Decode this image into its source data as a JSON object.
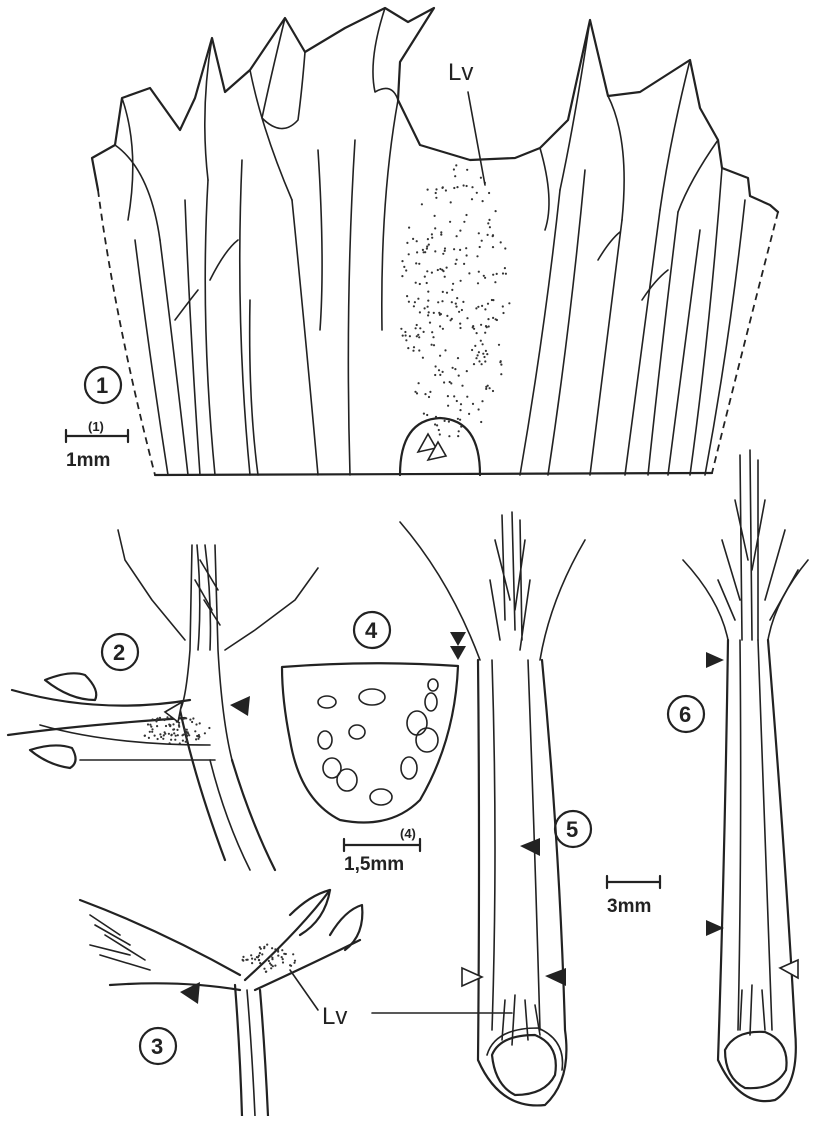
{
  "panels": [
    {
      "number": "1"
    },
    {
      "number": "2"
    },
    {
      "number": "3"
    },
    {
      "number": "4"
    },
    {
      "number": "5"
    },
    {
      "number": "6"
    }
  ],
  "labels": {
    "lv_top": "Lv",
    "lv_bottom": "Lv"
  },
  "scale_bars": {
    "panel1": {
      "tag": "(1)",
      "text": "1mm"
    },
    "panel4": {
      "tag": "(4)",
      "text": "1,5mm"
    },
    "panels_2_3_5_6": {
      "text": "3mm"
    }
  }
}
